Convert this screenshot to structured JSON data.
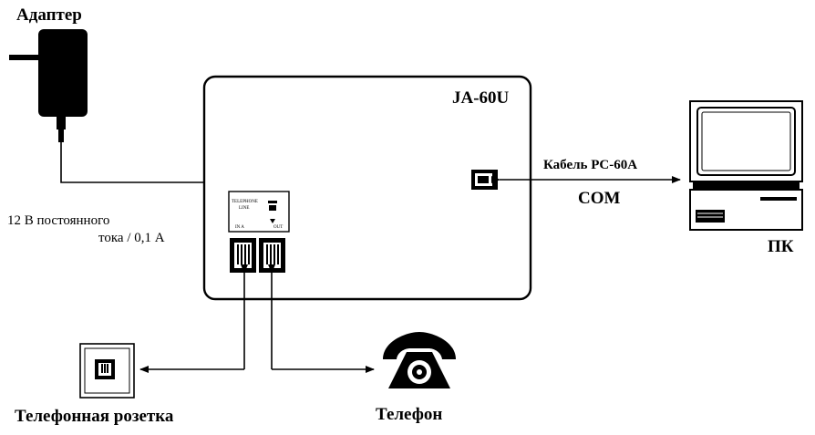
{
  "labels": {
    "adapter": "Адаптер",
    "power_line1": "12 В постоянного",
    "power_line2": "тока / 0,1 А",
    "device_model": "JA-60U",
    "cable": "Кабель PC-60A",
    "com": "COM",
    "pc": "ПК",
    "wall_socket": "Телефонная розетка",
    "telephone": "Телефон"
  },
  "port_panel": {
    "left_label_line1": "TELEPHONE",
    "left_label_line2": "LINE",
    "left_sub": "IN A",
    "right_sub": "OUT"
  }
}
